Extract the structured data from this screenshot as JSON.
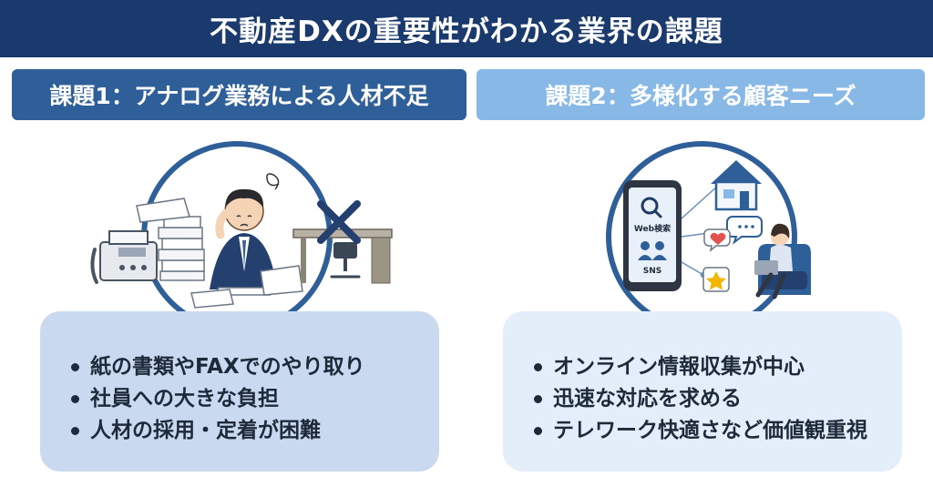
{
  "title": "不動産DXの重要性がわかる業界の課題",
  "left": {
    "header": "課題1：アナログ業務による人材不足",
    "bullets": [
      "紙の書類やFAXでのやり取り",
      "社員への大きな負担",
      "人材の採用・定着が困難"
    ]
  },
  "right": {
    "header": "課題2：多様化する顧客ニーズ",
    "phone_labels": {
      "search": "Web検索",
      "sns": "SNS"
    },
    "bullets": [
      "オンライン情報収集が中心",
      "迅速な対応を求める",
      "テレワーク快適さなど価値観重視"
    ]
  },
  "colors": {
    "title_bg": "#1a3a6e",
    "header_left_bg": "#2f5f99",
    "header_right_bg": "#87b8e6",
    "circle_stroke": "#2f5f99",
    "box_left_bg": "#c9daf0",
    "box_right_bg": "#e3eefa"
  },
  "icons": [
    "fax-icon",
    "paper-stack-icon",
    "stressed-worker-icon",
    "cross-icon",
    "empty-desk-icon",
    "smartphone-icon",
    "search-icon",
    "users-icon",
    "house-icon",
    "chat-bubble-icon",
    "heart-icon",
    "star-icon",
    "remote-worker-icon"
  ]
}
